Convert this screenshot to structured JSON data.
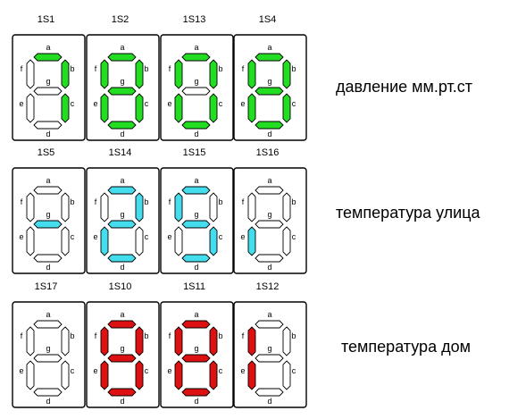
{
  "colors": {
    "green": "#22dd22",
    "cyan": "#44ddee",
    "red": "#dd1111",
    "off": "#ffffff",
    "stroke": "#000000"
  },
  "segment_letters": [
    "a",
    "b",
    "c",
    "d",
    "e",
    "f",
    "g"
  ],
  "rows": [
    {
      "label": "давление мм.рт.ст",
      "color": "green",
      "digits": [
        {
          "id": "1S1",
          "lit": [
            "a",
            "b",
            "c"
          ]
        },
        {
          "id": "1S2",
          "lit": [
            "a",
            "b",
            "c",
            "d",
            "e",
            "f",
            "g"
          ]
        },
        {
          "id": "1S13",
          "lit": [
            "a",
            "b",
            "c",
            "d",
            "e",
            "f"
          ]
        },
        {
          "id": "1S4",
          "lit": [
            "a",
            "b",
            "c",
            "d",
            "e",
            "f",
            "g"
          ]
        }
      ]
    },
    {
      "label": "температура улица",
      "color": "cyan",
      "digits": [
        {
          "id": "1S5",
          "lit": [
            "g"
          ]
        },
        {
          "id": "1S14",
          "lit": [
            "a",
            "b",
            "g",
            "e",
            "d"
          ]
        },
        {
          "id": "1S15",
          "lit": [
            "a",
            "f",
            "g",
            "c",
            "d"
          ]
        },
        {
          "id": "1S16",
          "lit": [
            "e"
          ]
        }
      ]
    },
    {
      "label": "температура дом",
      "color": "red",
      "digits": [
        {
          "id": "1S17",
          "lit": []
        },
        {
          "id": "1S10",
          "lit": [
            "a",
            "b",
            "c",
            "d",
            "e",
            "f",
            "g"
          ]
        },
        {
          "id": "1S11",
          "lit": [
            "a",
            "b",
            "c",
            "d",
            "e",
            "f",
            "g"
          ]
        },
        {
          "id": "1S12",
          "lit": [
            "e",
            "f"
          ]
        }
      ]
    }
  ]
}
